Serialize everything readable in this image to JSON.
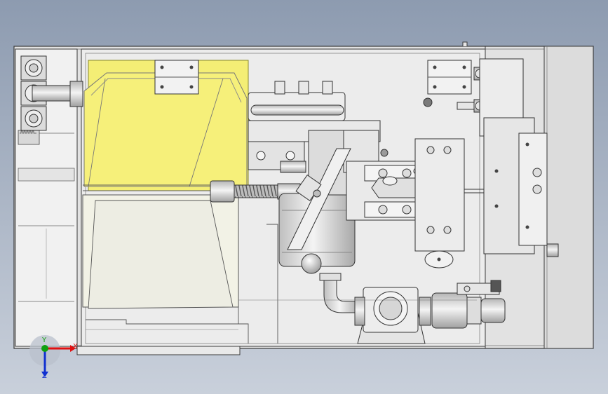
{
  "viewport": {
    "background_top": "#8D9BB0",
    "background_bottom": "#C9D0DB"
  },
  "palette": {
    "part_fill": "#E6E6E6",
    "part_light": "#F2F2F2",
    "edge": "#3A3A3A",
    "highlight_fill": "#F4EE6A",
    "highlight_edge": "#8A8A2A",
    "hole": "#7A7A7A"
  },
  "triad": {
    "x_label": "X",
    "y_label": "Y",
    "z_label": "Z",
    "x_color": "#E01010",
    "y_color": "#10A010",
    "z_color": "#1030D0"
  }
}
